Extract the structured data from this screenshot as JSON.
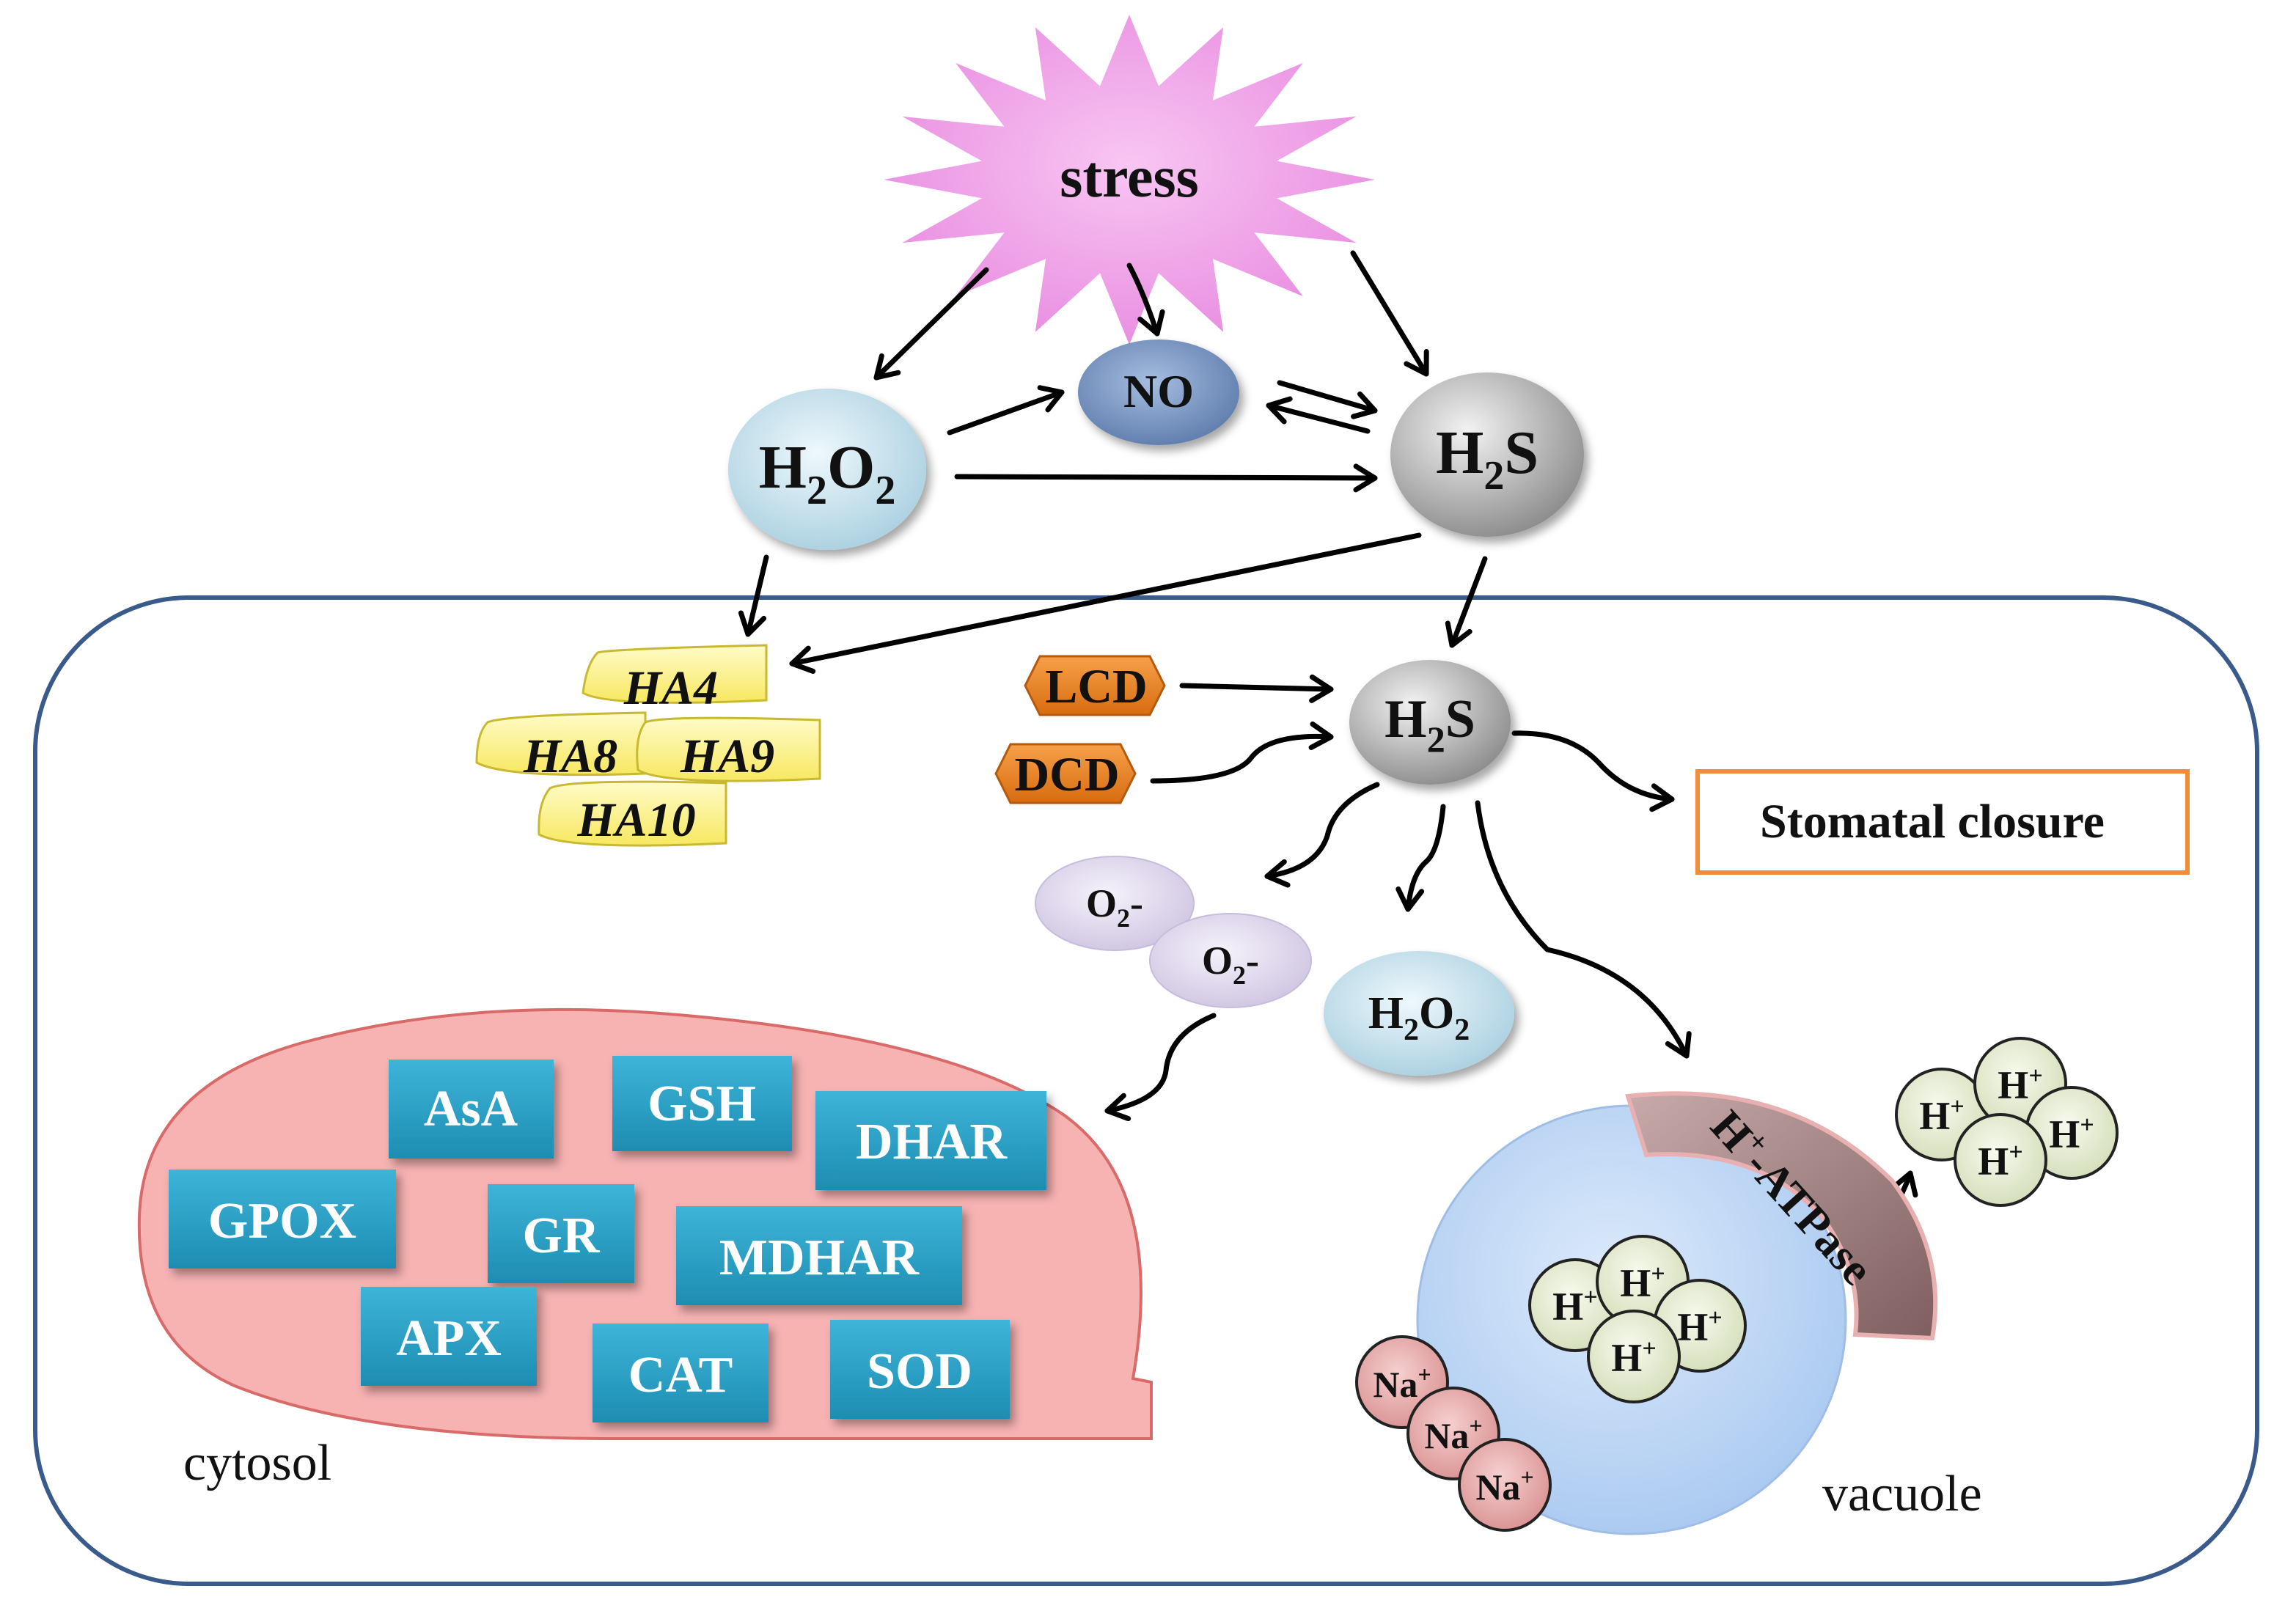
{
  "stress": "stress",
  "outside": {
    "no": "NO",
    "h2o2": {
      "base": "H",
      "sub1": "2",
      "mid": "O",
      "sub2": "2"
    },
    "h2s": {
      "base": "H",
      "sub": "2",
      "tail": "S"
    }
  },
  "cell": {
    "ha_genes": [
      "HA4",
      "HA8",
      "HA9",
      "HA10"
    ],
    "enzymes_in": [
      "LCD",
      "DCD"
    ],
    "h2s": {
      "base": "H",
      "sub": "2",
      "tail": "S"
    },
    "stomatal": "Stomatal closure",
    "superoxide": {
      "base": "O",
      "sub": "2",
      "tail": "-"
    },
    "h2o2": {
      "base": "H",
      "sub1": "2",
      "mid": "O",
      "sub2": "2"
    },
    "antioxidants": [
      "AsA",
      "GSH",
      "DHAR",
      "GPOX",
      "GR",
      "MDHAR",
      "APX",
      "CAT",
      "SOD"
    ],
    "cytosol": "cytosol",
    "vacuole": "vacuole",
    "proton": {
      "base": "H",
      "sup": "+"
    },
    "sodium": {
      "base": "Na",
      "sup": "+"
    },
    "atpase": {
      "base": "H",
      "sup": "+",
      "tail": "-ATPase"
    }
  },
  "colors": {
    "stress_fill": "#f0a0e8",
    "no_fill": "#7a96c2",
    "h2o2_fill": "#cfe6f1",
    "h2s_fill": "#9a9a9a",
    "ha_fill": "#fff38a",
    "enzyme_fill": "#e8821e",
    "stomatal_border": "#f08c3a",
    "superoxide_fill": "#ddd5ea",
    "cytosol_fill": "#f7b4b4",
    "teal_box": "#2ea0c4",
    "vacuole_fill": "#bcd6f5",
    "proton_fill": "#e4ecd2",
    "sodium_fill": "#e6a8a8",
    "atpase_fill": "#9a7a7a",
    "cell_border": "#3a5a8c"
  }
}
